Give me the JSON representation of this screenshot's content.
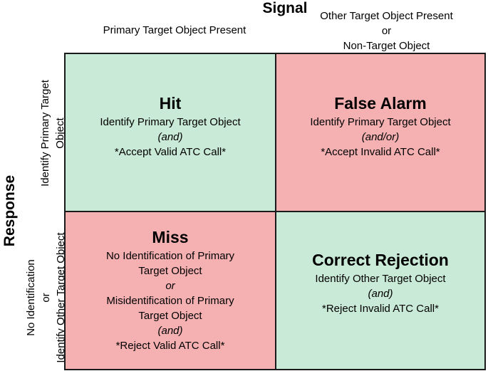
{
  "signal_title": "Signal",
  "response_title": "Response",
  "columns": {
    "left": [
      "Primary Target Object Present"
    ],
    "right": [
      "Other Target Object Present",
      "or",
      "Non-Target Object"
    ]
  },
  "rows": {
    "top": [
      "Identify Primary Target",
      "Object"
    ],
    "bottom": [
      "No Identification",
      "or",
      "Identify Other Target Object"
    ]
  },
  "cells": {
    "hit": {
      "title": "Hit",
      "lines": [
        "Identify Primary Target Object",
        "(and)",
        "*Accept Valid ATC Call*"
      ]
    },
    "false_alarm": {
      "title": "False Alarm",
      "lines": [
        "Identify Primary Target Object",
        "(and/or)",
        "*Accept Invalid ATC Call*"
      ]
    },
    "miss": {
      "title": "Miss",
      "lines": [
        "No Identification of Primary",
        "Target Object",
        "or",
        "Misidentification of Primary",
        "Target Object",
        "(and)",
        "*Reject Valid ATC Call*"
      ]
    },
    "correct_rejection": {
      "title": "Correct Rejection",
      "lines": [
        "Identify Other Target Object",
        "(and)",
        "*Reject Invalid ATC Call*"
      ]
    }
  },
  "colors": {
    "green": "#c9ead6",
    "red": "#f5b0b1",
    "border": "#1a1a1a"
  }
}
